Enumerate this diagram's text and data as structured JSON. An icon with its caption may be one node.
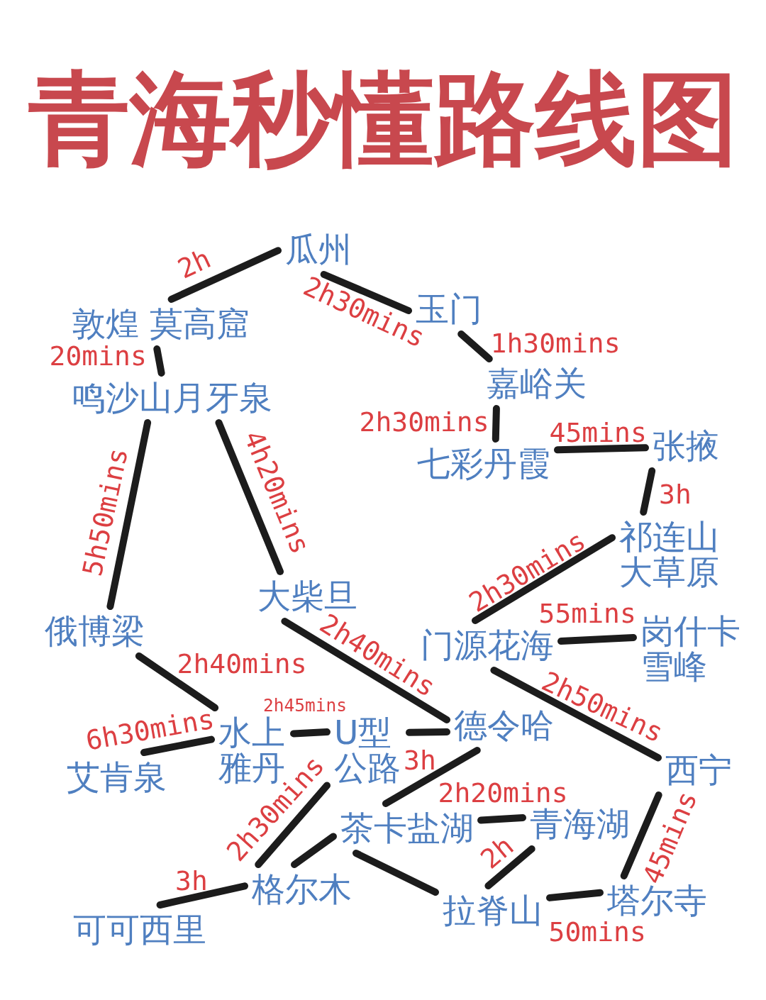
{
  "diagram": {
    "title": "青海秒懂路线图",
    "nodes": [
      {
        "text": [
          "瓜州"
        ]
      },
      {
        "text": [
          "敦煌 莫高窟"
        ]
      },
      {
        "text": [
          "鸣沙山月牙泉"
        ]
      },
      {
        "text": [
          "玉门"
        ]
      },
      {
        "text": [
          "嘉峪关"
        ]
      },
      {
        "text": [
          "七彩丹霞"
        ]
      },
      {
        "text": [
          "张掖"
        ]
      },
      {
        "text": [
          "祁连山大草原"
        ]
      },
      {
        "text": [
          "大柴旦"
        ]
      },
      {
        "text": [
          "俄博梁"
        ]
      },
      {
        "text": [
          "门源花海"
        ]
      },
      {
        "text": [
          "岗什卡雪峰"
        ]
      },
      {
        "text": [
          "水上雅丹"
        ]
      },
      {
        "text": [
          "U型公路"
        ]
      },
      {
        "text": [
          "德令哈"
        ]
      },
      {
        "text": [
          "艾肯泉"
        ]
      },
      {
        "text": [
          "西宁"
        ]
      },
      {
        "text": [
          "茶卡盐湖"
        ]
      },
      {
        "text": [
          "青海湖"
        ]
      },
      {
        "text": [
          "格尔木"
        ]
      },
      {
        "text": [
          "可可西里"
        ]
      },
      {
        "text": [
          "拉脊山"
        ]
      },
      {
        "text": [
          "塔尔寺"
        ]
      }
    ],
    "edges": [
      {
        "from": 0,
        "to": 1,
        "arrow": "none",
        "label": "2h"
      },
      {
        "from": 0,
        "to": 3,
        "arrow": "none",
        "label": "2h30mins"
      },
      {
        "from": 1,
        "to": 2,
        "arrow": "none",
        "label": "20mins"
      },
      {
        "from": 3,
        "to": 4,
        "arrow": "none",
        "label": "1h30mins"
      },
      {
        "from": 4,
        "to": 5,
        "arrow": "none",
        "label": "2h30mins"
      },
      {
        "from": 5,
        "to": 6,
        "arrow": "none",
        "label": "45mins"
      },
      {
        "from": 6,
        "to": 7,
        "arrow": "none",
        "label": "3h"
      },
      {
        "from": 7,
        "to": 10,
        "arrow": "none",
        "label": "2h30mins"
      },
      {
        "from": 2,
        "to": 9,
        "arrow": "none",
        "label": "5h50mins"
      },
      {
        "from": 2,
        "to": 8,
        "arrow": "none",
        "label": "4h20mins"
      },
      {
        "from": 10,
        "to": 11,
        "arrow": "none",
        "label": "55mins"
      },
      {
        "from": 9,
        "to": 12,
        "arrow": "none",
        "label": "2h40mins"
      },
      {
        "from": 8,
        "to": 14,
        "arrow": "none",
        "label": "2h40mins"
      },
      {
        "from": 10,
        "to": 16,
        "arrow": "none",
        "label": "2h50mins"
      },
      {
        "from": 12,
        "to": 15,
        "arrow": "none",
        "label": "6h30mins"
      },
      {
        "from": 12,
        "to": 13,
        "arrow": "none",
        "label": "2h45mins"
      },
      {
        "from": 13,
        "to": 14,
        "arrow": "none"
      },
      {
        "from": 14,
        "to": 17,
        "arrow": "none",
        "label": "3h"
      },
      {
        "from": 13,
        "to": 19,
        "arrow": "none",
        "label": "2h30mins"
      },
      {
        "from": 17,
        "to": 18,
        "arrow": "none",
        "label": "2h20mins"
      },
      {
        "from": 17,
        "to": 19,
        "arrow": "none"
      },
      {
        "from": 17,
        "to": 21,
        "arrow": "none"
      },
      {
        "from": 18,
        "to": 21,
        "arrow": "none",
        "label": "2h"
      },
      {
        "from": 19,
        "to": 20,
        "arrow": "none",
        "label": "3h"
      },
      {
        "from": 21,
        "to": 22,
        "arrow": "none",
        "label": "50mins"
      },
      {
        "from": 16,
        "to": 22,
        "arrow": "none",
        "label": "45mins"
      }
    ]
  }
}
